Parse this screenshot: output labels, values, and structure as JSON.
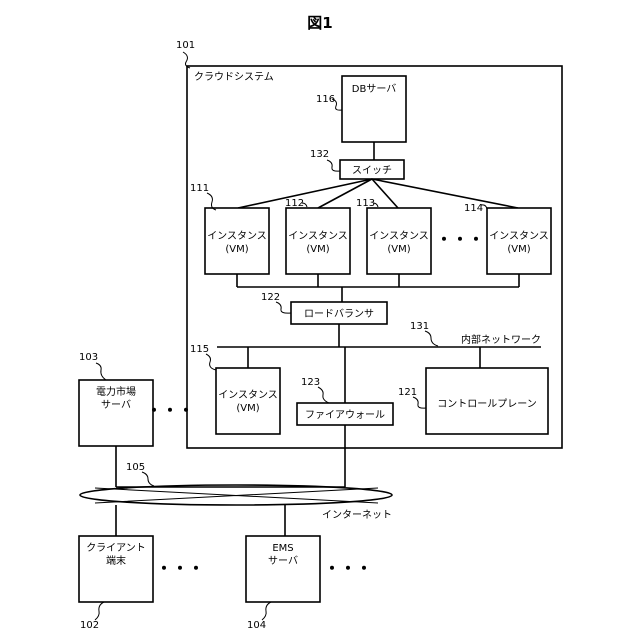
{
  "figure_title": "図1",
  "cloud": {
    "ref": "101",
    "label": "クラウドシステム"
  },
  "db_server": {
    "ref": "116",
    "label": "DBサーバ"
  },
  "switch": {
    "ref": "132",
    "label": "スイッチ"
  },
  "instances": [
    {
      "ref": "111",
      "line1": "インスタンス",
      "line2": "(VM)"
    },
    {
      "ref": "112",
      "line1": "インスタンス",
      "line2": "(VM)"
    },
    {
      "ref": "113",
      "line1": "インスタンス",
      "line2": "(VM)"
    },
    {
      "ref": "114",
      "line1": "インスタンス",
      "line2": "(VM)"
    }
  ],
  "instance_dots": "・・・",
  "load_balancer": {
    "ref": "122",
    "label": "ロードバランサ"
  },
  "internal_network": {
    "ref": "131",
    "label": "内部ネットワーク"
  },
  "instance_115": {
    "ref": "115",
    "line1": "インスタンス",
    "line2": "(VM)"
  },
  "firewall": {
    "ref": "123",
    "label": "ファイアウォール"
  },
  "control_plane": {
    "ref": "121",
    "label": "コントロールプレーン"
  },
  "power_market": {
    "ref": "103",
    "line1": "電力市場",
    "line2": "サーバ"
  },
  "internet": {
    "ref": "105",
    "label": "インターネット"
  },
  "client": {
    "ref": "102",
    "line1": "クライアント",
    "line2": "端末"
  },
  "ems": {
    "ref": "104",
    "line1": "EMS",
    "line2": "サーバ"
  },
  "dots": "・・・"
}
